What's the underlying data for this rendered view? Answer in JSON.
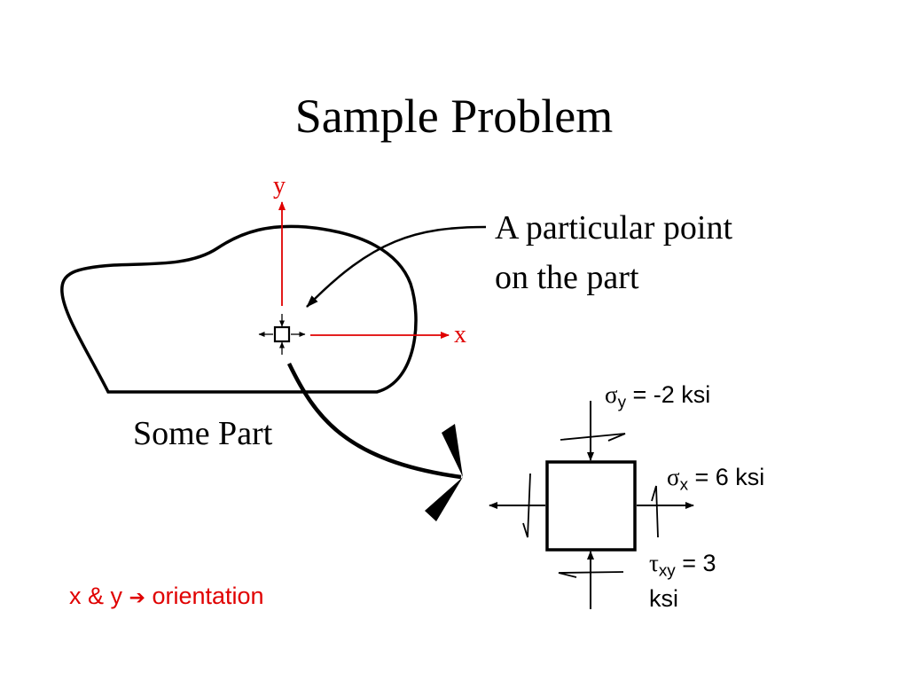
{
  "slide": {
    "title": "Sample Problem"
  },
  "diagram": {
    "axis_y_label": "y",
    "axis_x_label": "x",
    "callout_line1": "A particular point",
    "callout_line2": "on the part",
    "part_label": "Some Part",
    "sigma_y": {
      "symbol": "σ",
      "sub": "y",
      "value": " = -2 ksi"
    },
    "sigma_x": {
      "symbol": "σ",
      "sub": "x",
      "value": " = 6 ksi"
    },
    "tau_xy": {
      "symbol": "τ",
      "sub": "xy",
      "value": " = 3",
      "value_line2": "ksi"
    },
    "orientation_note": {
      "part1": "x & y ",
      "arrow": "➔",
      "part2": " orientation"
    }
  },
  "colors": {
    "axis": "#e00000",
    "note": "#e00000",
    "ink": "#000000"
  }
}
